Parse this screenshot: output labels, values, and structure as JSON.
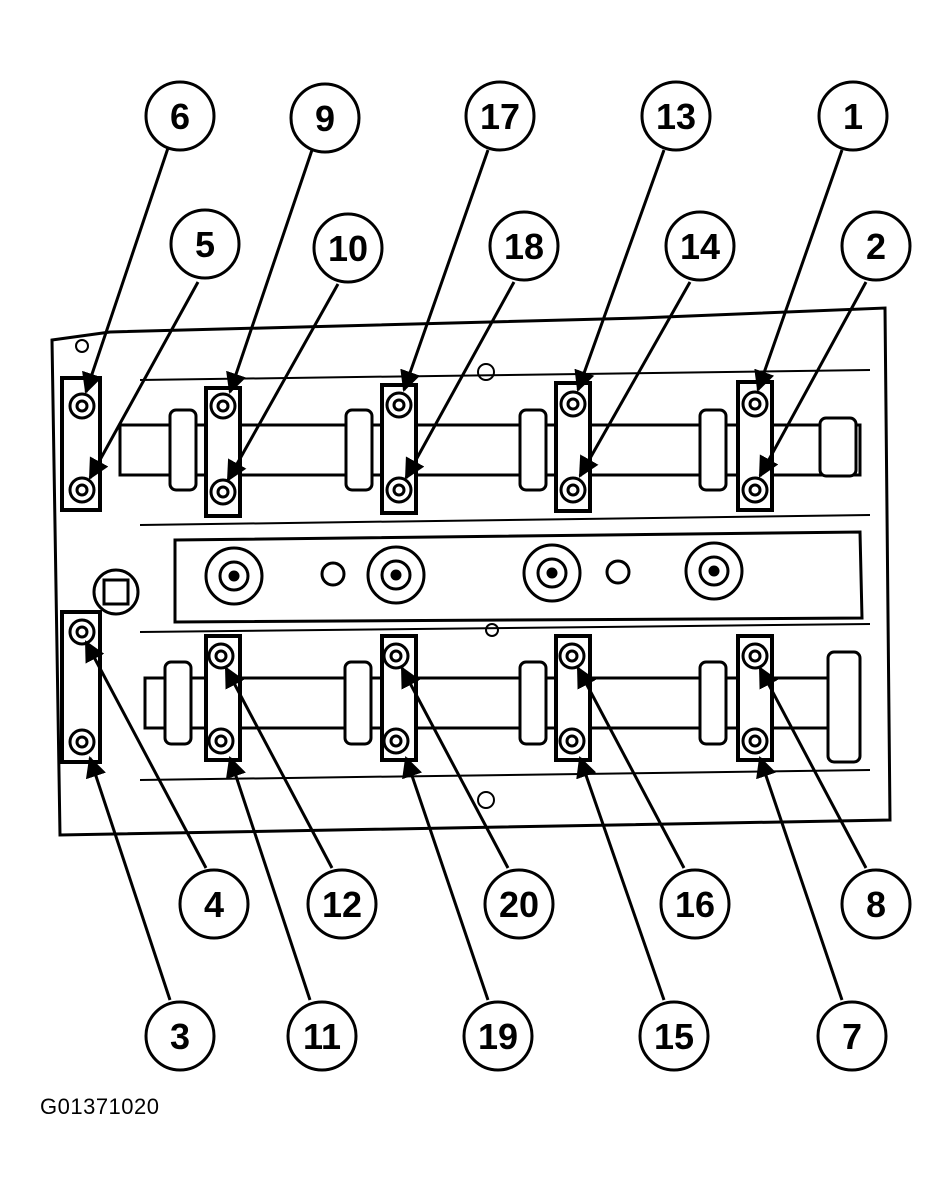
{
  "figure_id": "G01371020",
  "callouts": {
    "c1": "1",
    "c2": "2",
    "c3": "3",
    "c4": "4",
    "c5": "5",
    "c6": "6",
    "c7": "7",
    "c8": "8",
    "c9": "9",
    "c10": "10",
    "c11": "11",
    "c12": "12",
    "c13": "13",
    "c14": "14",
    "c15": "15",
    "c16": "16",
    "c17": "17",
    "c18": "18",
    "c19": "19",
    "c20": "20"
  }
}
